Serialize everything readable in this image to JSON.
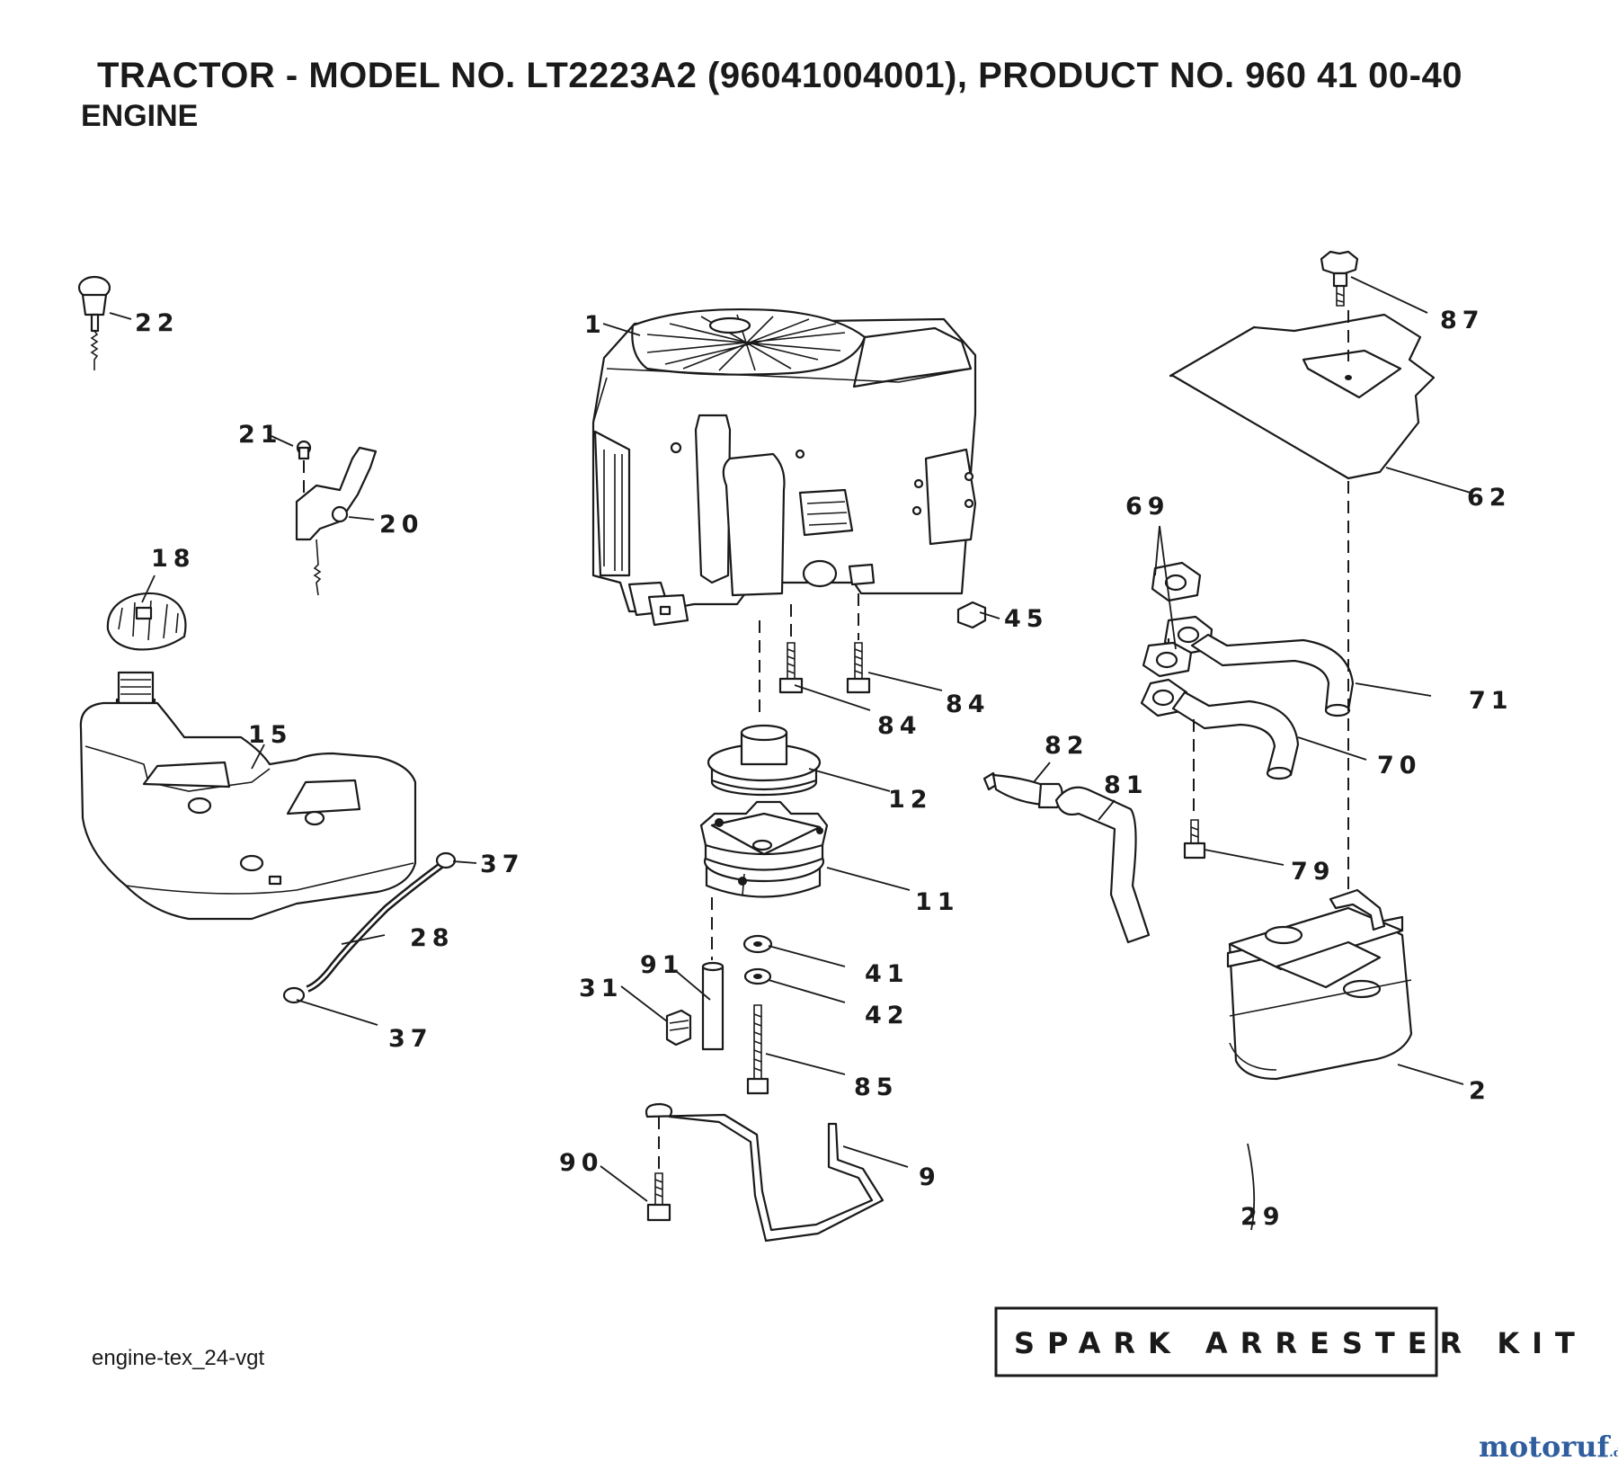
{
  "header": {
    "title": "TRACTOR - MODEL NO. LT2223A2 (96041004001), PRODUCT NO. 960 41 00-40",
    "subtitle": "ENGINE"
  },
  "callouts": {
    "p1": "1",
    "p2": "2",
    "p9": "9",
    "p11": "11",
    "p12": "12",
    "p15": "15",
    "p18": "18",
    "p20": "20",
    "p21": "21",
    "p22": "22",
    "p28": "28",
    "p29": "29",
    "p31": "31",
    "p37a": "37",
    "p37b": "37",
    "p41": "41",
    "p42": "42",
    "p45": "45",
    "p62": "62",
    "p69": "69",
    "p70": "70",
    "p71": "71",
    "p79": "79",
    "p81": "81",
    "p82": "82",
    "p84a": "84",
    "p84b": "84",
    "p85": "85",
    "p87": "87",
    "p90": "90",
    "p91": "91"
  },
  "kit": {
    "label": "SPARK ARRESTER KIT"
  },
  "footer": {
    "code": "engine-tex_24-vgt"
  },
  "brand": {
    "name": "motoruf",
    "suffix": ".de",
    "color": "#2f5d9e"
  }
}
